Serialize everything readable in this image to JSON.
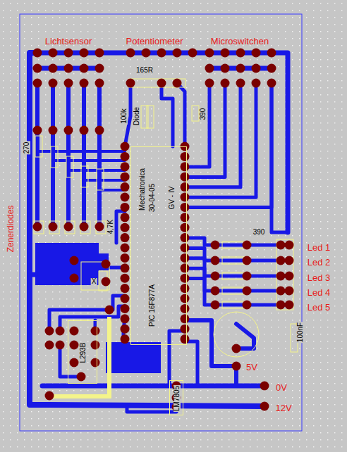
{
  "diagram": {
    "nodes": [
      {
        "text": [
          "Mechatronica",
          "30-04-05",
          "GV - IV",
          "PIC 16F877A"
        ]
      },
      {
        "text": [
          "L293B"
        ]
      },
      {
        "text": [
          "LM7805"
        ]
      }
    ],
    "labels": [
      "Lichtsensor",
      "Potentiometer",
      "Microswitchen",
      "165R",
      "100k",
      "Diode",
      "390",
      "270",
      "4,7K",
      "Zenerdiodes",
      "X",
      "390",
      "Led 1",
      "Led 2",
      "Led 3",
      "Led 4",
      "Led 5",
      "100nF",
      "5V",
      "0V",
      "12V"
    ]
  }
}
